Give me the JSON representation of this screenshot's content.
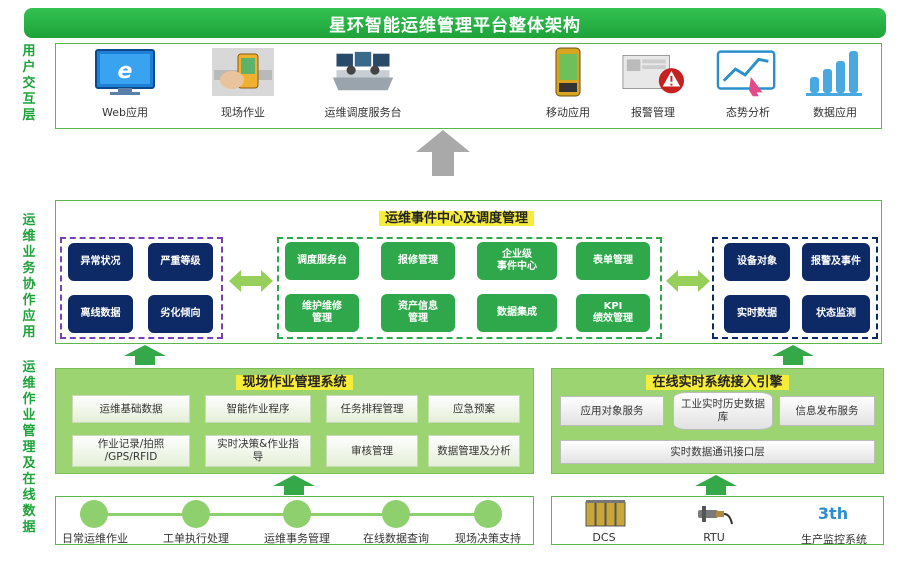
{
  "title": "星环智能运维管理平台整体架构",
  "layer_labels": {
    "user": "用户交互层",
    "collab": "运维业务协作应用",
    "ops": "运维作业管理及在线数据"
  },
  "user_layer": {
    "items": [
      {
        "label": "Web应用",
        "icon": "monitor-ie-icon"
      },
      {
        "label": "现场作业",
        "icon": "handheld-terminal-icon"
      },
      {
        "label": "运维调度服务台",
        "icon": "dispatch-console-icon"
      },
      {
        "label": "移动应用",
        "icon": "mobile-phone-icon"
      },
      {
        "label": "报警管理",
        "icon": "alarm-icon"
      },
      {
        "label": "态势分析",
        "icon": "trend-analysis-icon"
      },
      {
        "label": "数据应用",
        "icon": "bar-chart-icon"
      }
    ]
  },
  "collab_layer": {
    "title": "运维事件中心及调度管理",
    "left_boxes": [
      "异常状况",
      "严重等级",
      "离线数据",
      "劣化倾向"
    ],
    "center_boxes": [
      "调度服务台",
      "报修管理",
      "企业级\n事件中心",
      "表单管理",
      "维护维修\n管理",
      "资产信息\n管理",
      "数据集成",
      "KPI\n绩效管理"
    ],
    "right_boxes": [
      "设备对象",
      "报警及事件",
      "实时数据",
      "状态监测"
    ]
  },
  "field_mgmt": {
    "title": "现场作业管理系统",
    "cells": [
      "运维基础数据",
      "智能作业程序",
      "任务排程管理",
      "应急预案",
      "作业记录/拍照\n/GPS/RFID",
      "实时决策&作业指\n导",
      "审核管理",
      "数据管理及分析"
    ]
  },
  "realtime": {
    "title": "在线实时系统接入引擎",
    "cells": [
      "应用对象服务",
      "工业实时历史数据\n库",
      "信息发布服务"
    ],
    "bottom": "实时数据通讯接口层"
  },
  "bottom_left": {
    "items": [
      "日常运维作业",
      "工单执行处理",
      "运维事务管理",
      "在线数据查询",
      "现场决策支持"
    ]
  },
  "bottom_right": {
    "items": [
      {
        "label": "DCS",
        "icon": "dcs-cabinet-icon"
      },
      {
        "label": "RTU",
        "icon": "rtu-sensor-icon"
      },
      {
        "label": "生产监控系统",
        "badge": "3th"
      }
    ]
  },
  "colors": {
    "green": "#1ea23a",
    "navy": "#0e2a66",
    "purple": "#7b3fb5",
    "light_green": "#9bd470"
  }
}
